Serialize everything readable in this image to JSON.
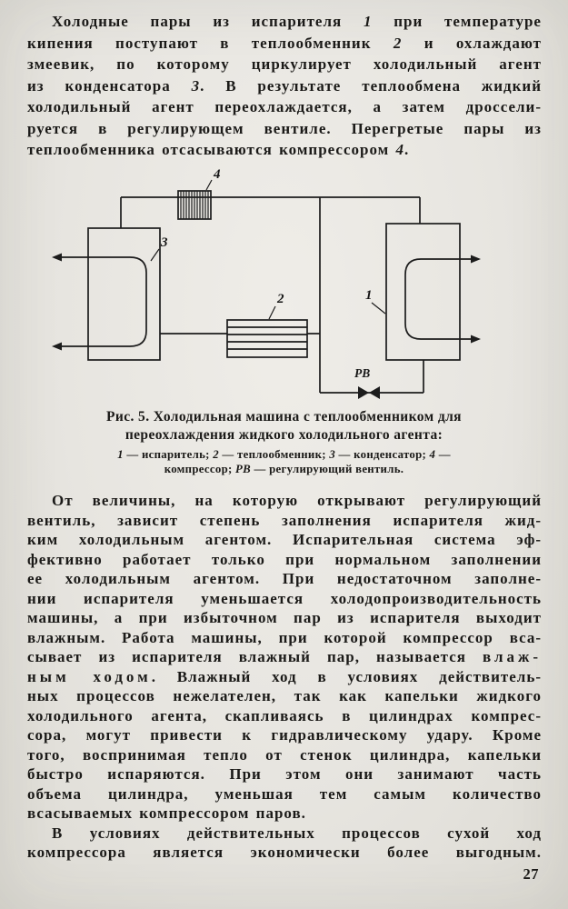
{
  "page_number": "27",
  "top_text": {
    "paragraphs": [
      {
        "indent": true,
        "justify_last": false,
        "lines": [
          [
            {
              "t": "Холодные пары из испарителя "
            },
            {
              "t": "1",
              "i": true
            },
            {
              "t": " при температуре"
            }
          ],
          [
            {
              "t": "кипения поступают в теплообменник "
            },
            {
              "t": "2",
              "i": true
            },
            {
              "t": " и охлаждают"
            }
          ],
          [
            {
              "t": "змеевик, по которому циркулирует холодильный агент"
            }
          ],
          [
            {
              "t": "из конденсатора "
            },
            {
              "t": "3",
              "i": true
            },
            {
              "t": ". В результате теплообмена жидкий"
            }
          ],
          [
            {
              "t": "холодильный агент переохлаждается, а затем дроссели-"
            }
          ],
          [
            {
              "t": "руется в регулирующем вентиле. Перегретые пары из"
            }
          ],
          [
            {
              "t": "теплообменника отсасываются компрессором "
            },
            {
              "t": "4",
              "i": true
            },
            {
              "t": "."
            }
          ]
        ]
      }
    ]
  },
  "figure": {
    "labels": {
      "compressor": "4",
      "condenser": "3",
      "heat_exchanger": "2",
      "evaporator": "1",
      "valve": "РВ"
    }
  },
  "caption": {
    "title_lines": [
      "Рис. 5. Холодильная машина с теплообменником для",
      "переохлаждения жидкого холодильного агента:"
    ],
    "legend_lines": [
      [
        {
          "t": "1",
          "i": true
        },
        {
          "t": " — испаритель; "
        },
        {
          "t": "2",
          "i": true
        },
        {
          "t": " — теплообменник; "
        },
        {
          "t": "3",
          "i": true
        },
        {
          "t": " — конденсатор; "
        },
        {
          "t": "4",
          "i": true
        },
        {
          "t": " —"
        }
      ],
      [
        {
          "t": "компрессор; "
        },
        {
          "t": "РВ",
          "i": true
        },
        {
          "t": " — регулирующий вентиль."
        }
      ]
    ]
  },
  "body_text": {
    "paragraphs": [
      {
        "indent": true,
        "justify_last": false,
        "lines": [
          [
            {
              "t": "От величины, на которую открывают регулирующий"
            }
          ],
          [
            {
              "t": "вентиль, зависит степень заполнения испарителя жид-"
            }
          ],
          [
            {
              "t": "ким холодильным агентом. Испарительная система эф-"
            }
          ],
          [
            {
              "t": "фективно работает только при нормальном заполнении"
            }
          ],
          [
            {
              "t": "ее холодильным агентом. При недостаточном заполне-"
            }
          ],
          [
            {
              "t": "нии испарителя уменьшается холодопроизводительность"
            }
          ],
          [
            {
              "t": "машины, а при избыточном пар из испарителя выходит"
            }
          ],
          [
            {
              "t": "влажным. Работа машины, при которой компрессор вса-"
            }
          ],
          [
            {
              "t": "сывает из испарителя влажный пар, называется "
            },
            {
              "t": "влаж-",
              "sp": true
            }
          ],
          [
            {
              "t": "ным ходом",
              "sp": true
            },
            {
              "t": ". Влажный ход в условиях действитель-"
            }
          ],
          [
            {
              "t": "ных процессов нежелателен, так как капельки жидкого"
            }
          ],
          [
            {
              "t": "холодильного агента, скапливаясь в цилиндрах компрес-"
            }
          ],
          [
            {
              "t": "сора, могут привести к гидравлическому удару. Кроме"
            }
          ],
          [
            {
              "t": "того, воспринимая тепло от стенок цилиндра, капельки"
            }
          ],
          [
            {
              "t": "быстро испаряются. При этом они занимают часть"
            }
          ],
          [
            {
              "t": "объема цилиндра, уменьшая тем самым количество"
            }
          ],
          [
            {
              "t": "всасываемых компрессором паров."
            }
          ]
        ]
      },
      {
        "indent": true,
        "justify_last": true,
        "lines": [
          [
            {
              "t": "В условиях действительных процессов сухой ход"
            }
          ],
          [
            {
              "t": "компрессора является экономически более выгодным."
            }
          ]
        ]
      }
    ]
  }
}
